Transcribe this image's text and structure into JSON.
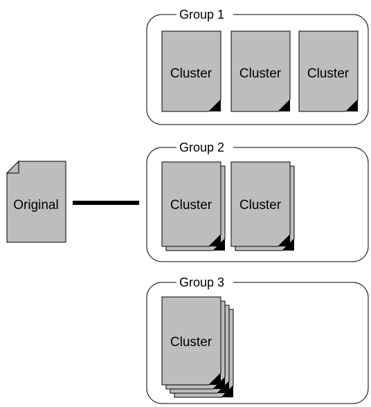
{
  "original": {
    "label": "Original"
  },
  "groups": [
    {
      "title": "Group 1",
      "clusters": [
        {
          "label": "Cluster",
          "copies": 1
        },
        {
          "label": "Cluster",
          "copies": 1
        },
        {
          "label": "Cluster",
          "copies": 1
        }
      ]
    },
    {
      "title": "Group 2",
      "clusters": [
        {
          "label": "Cluster",
          "copies": 2
        },
        {
          "label": "Cluster",
          "copies": 2
        }
      ]
    },
    {
      "title": "Group 3",
      "clusters": [
        {
          "label": "Cluster",
          "copies": 4
        }
      ]
    }
  ]
}
